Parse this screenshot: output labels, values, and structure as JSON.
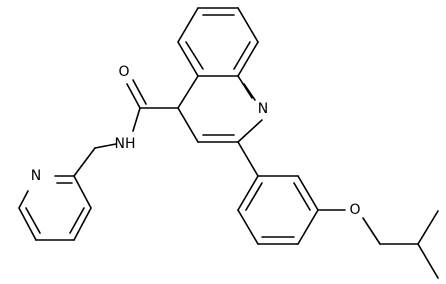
{
  "molecule": {
    "atoms": {
      "o_carbonyl": "O",
      "n_amide": "NH",
      "n_quinoline": "N",
      "n_pyridine": "N",
      "o_ether": "O"
    }
  },
  "colors": {
    "bond": "#000000",
    "label": "#000000",
    "background": "#ffffff"
  }
}
